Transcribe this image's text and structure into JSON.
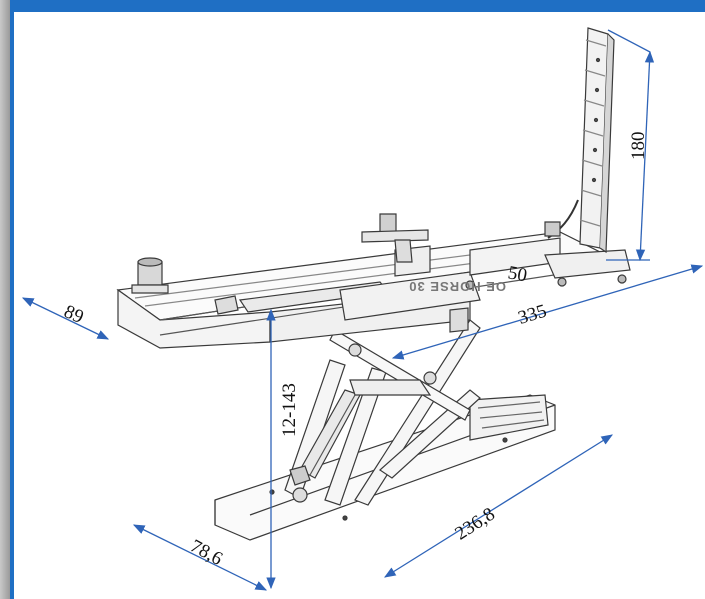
{
  "diagram": {
    "brand_text": "OE HORSE 30",
    "dimension_color": "#2f64b8",
    "labels": {
      "width_top": "89",
      "length_top": "335",
      "half_length": "50",
      "tower_height": "180",
      "lift_height": "12-143",
      "base_width": "78,6",
      "base_length": "236,8"
    }
  }
}
